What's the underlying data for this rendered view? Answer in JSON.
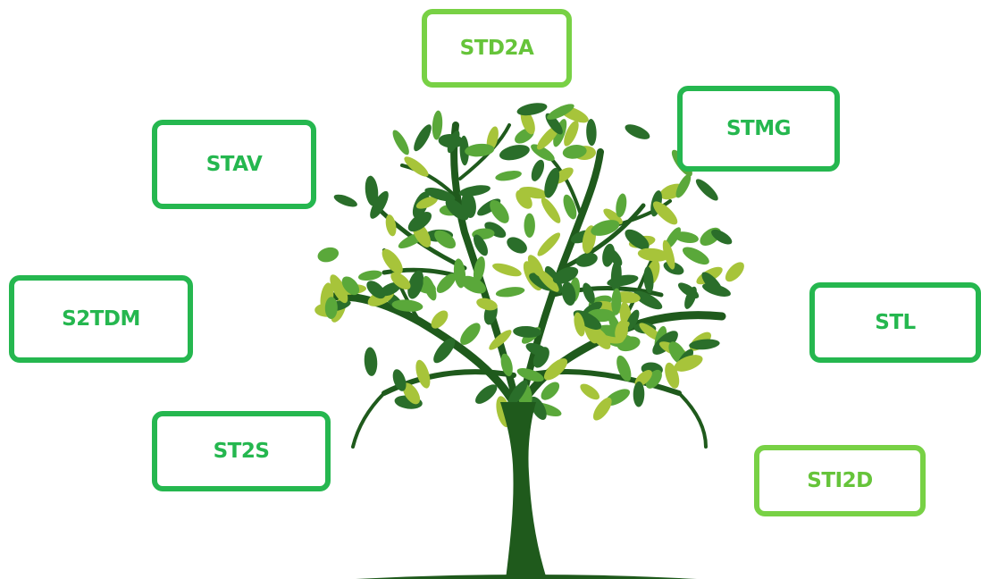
{
  "diagram": {
    "colors": {
      "box_border": "#25b74f",
      "box_border_light": "#78d145",
      "label_text": "#25b74f",
      "label_text_light": "#66c43a",
      "trunk": "#1f5a1c",
      "leaf_dark": "#2a6e2a",
      "leaf_mid": "#5aa83a",
      "leaf_light": "#a7c43a"
    },
    "boxes": [
      {
        "id": "std2a",
        "label": "STD2A"
      },
      {
        "id": "stmg",
        "label": "STMG"
      },
      {
        "id": "stav",
        "label": "STAV"
      },
      {
        "id": "s2tdm",
        "label": "S2TDM"
      },
      {
        "id": "stl",
        "label": "STL"
      },
      {
        "id": "st2s",
        "label": "ST2S"
      },
      {
        "id": "sti2d",
        "label": "STI2D"
      }
    ],
    "center_image": "tree-icon"
  }
}
